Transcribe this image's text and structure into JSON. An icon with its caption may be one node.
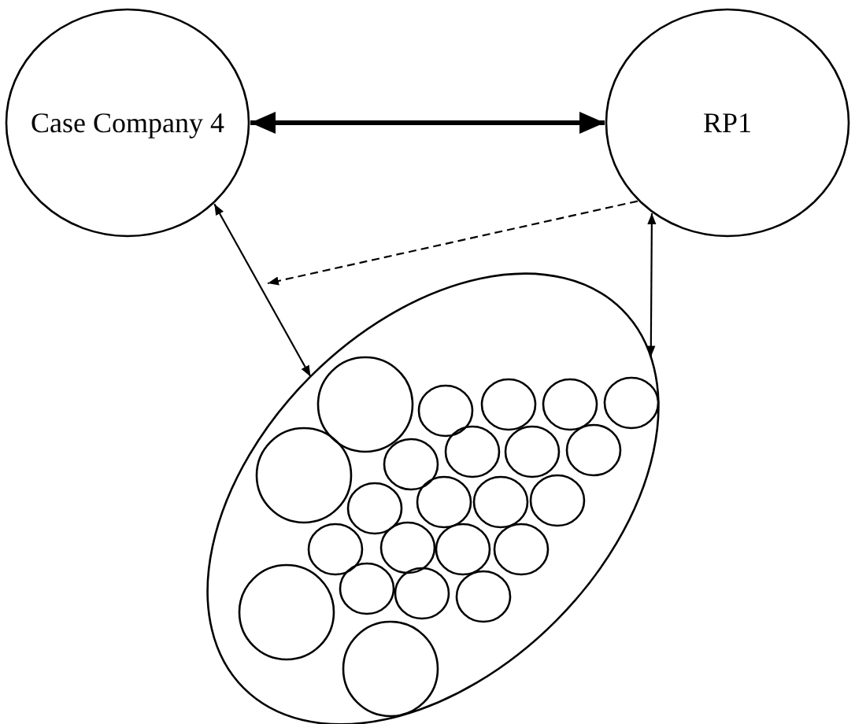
{
  "diagram": {
    "nodes": [
      {
        "text": [
          "Case Company 4"
        ]
      },
      {
        "text": [
          "RP1"
        ]
      },
      {
        "text": [],
        "shape": "ellipse"
      },
      {
        "text": [],
        "shape": "circle",
        "in": 2
      },
      {
        "text": [],
        "shape": "circle",
        "in": 2
      },
      {
        "text": [],
        "shape": "circle",
        "in": 2
      },
      {
        "text": [],
        "shape": "circle",
        "in": 2
      },
      {
        "text": [],
        "shape": "circle",
        "in": 2
      },
      {
        "text": [],
        "shape": "circle",
        "in": 2
      },
      {
        "text": [],
        "shape": "circle",
        "in": 2
      },
      {
        "text": [],
        "shape": "circle",
        "in": 2
      },
      {
        "text": [],
        "shape": "circle",
        "in": 2
      },
      {
        "text": [],
        "shape": "circle",
        "in": 2
      },
      {
        "text": [],
        "shape": "circle",
        "in": 2
      },
      {
        "text": [],
        "shape": "circle",
        "in": 2
      },
      {
        "text": [],
        "shape": "circle",
        "in": 2
      },
      {
        "text": [],
        "shape": "circle",
        "in": 2
      },
      {
        "text": [],
        "shape": "circle",
        "in": 2
      },
      {
        "text": [],
        "shape": "circle",
        "in": 2
      },
      {
        "text": [],
        "shape": "circle",
        "in": 2
      },
      {
        "text": [],
        "shape": "circle",
        "in": 2
      },
      {
        "text": [],
        "shape": "circle",
        "in": 2
      },
      {
        "text": [],
        "shape": "circle",
        "in": 2
      },
      {
        "text": [],
        "shape": "circle",
        "in": 2
      },
      {
        "text": [],
        "shape": "circle",
        "in": 2
      },
      {
        "text": [],
        "shape": "circle",
        "in": 2
      }
    ],
    "edges": [
      {
        "from": 0,
        "to": 1,
        "arrow": "both",
        "style": "thick"
      },
      {
        "from": 0,
        "to": 2,
        "arrow": "both"
      },
      {
        "from": 1,
        "to": null,
        "arrow": "to",
        "style": "dashed"
      },
      {
        "from": 1,
        "to": 2,
        "arrow": "both"
      }
    ]
  }
}
